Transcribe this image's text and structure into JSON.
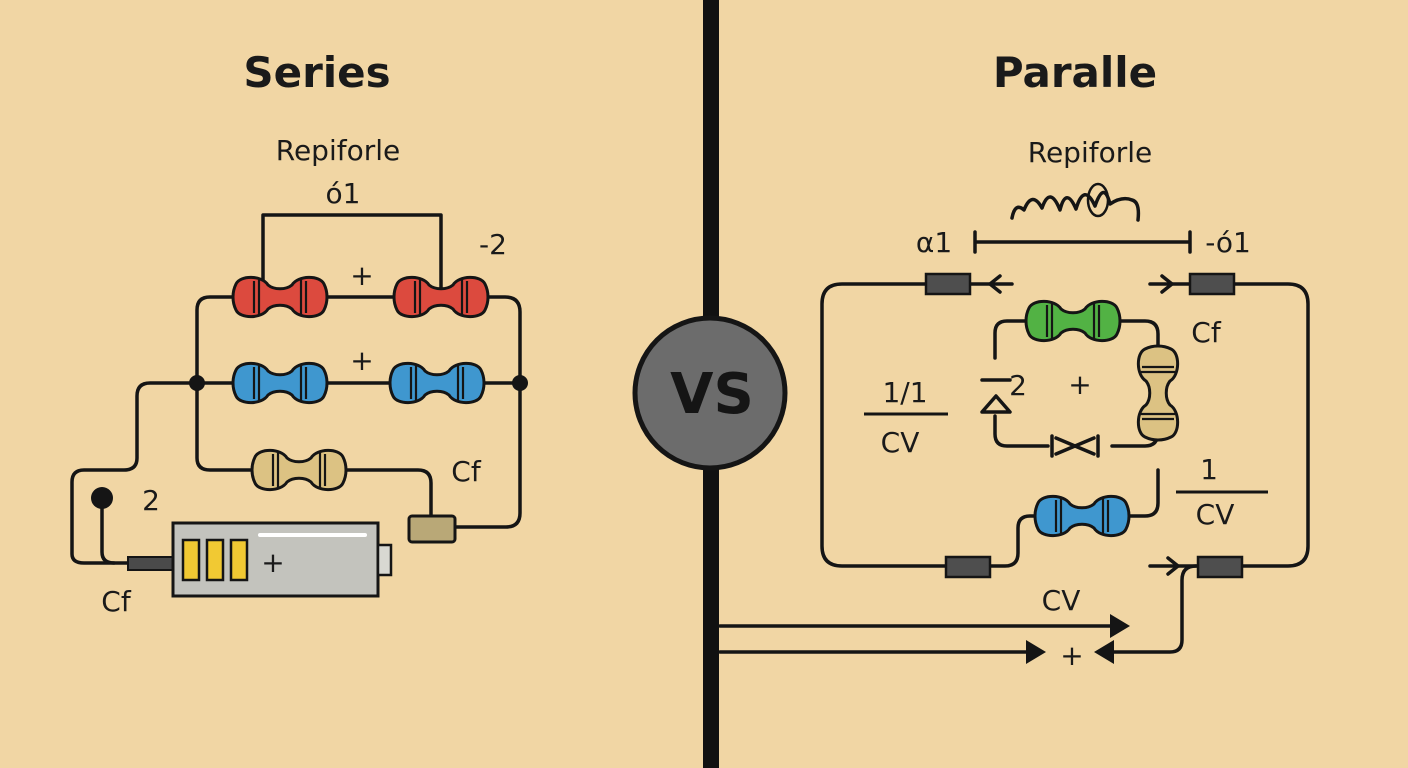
{
  "left_panel": {
    "title": "Series",
    "subtitle": "Repiforle",
    "label_top": "ó1",
    "label_right": "-2",
    "plus_top": "+",
    "plus_mid": "+",
    "label_c_right": "Cf",
    "label_two": "2",
    "label_c_bottom": "Cf",
    "battery_plus": "+"
  },
  "center": {
    "vs_label": "VS"
  },
  "right_panel": {
    "title": "Paralle",
    "subtitle": "Repiforle",
    "label_a1": "α1",
    "label_o1": "-ó1",
    "label_cf": "Cf",
    "frac_left_num": "1/1",
    "frac_left_den": "CV",
    "label_neg2": "2",
    "plus_center": "+",
    "frac_right_num": "1",
    "frac_right_den": "CV",
    "label_cv_bottom": "CV",
    "plus_bottom": "+"
  },
  "colors": {
    "background": "#f1d6a4",
    "red_resistor": "#dc4a3e",
    "blue_resistor": "#3f97cf",
    "tan_resistor": "#dcc283",
    "green_resistor": "#52b244",
    "battery": "#c3c3bd",
    "battery_cell": "#f1c933",
    "vs_circle": "#6c6c6c"
  },
  "icons": [
    "resistor-icon",
    "battery-icon",
    "capacitor-icon",
    "arrow-icon",
    "junction-dot-icon"
  ]
}
